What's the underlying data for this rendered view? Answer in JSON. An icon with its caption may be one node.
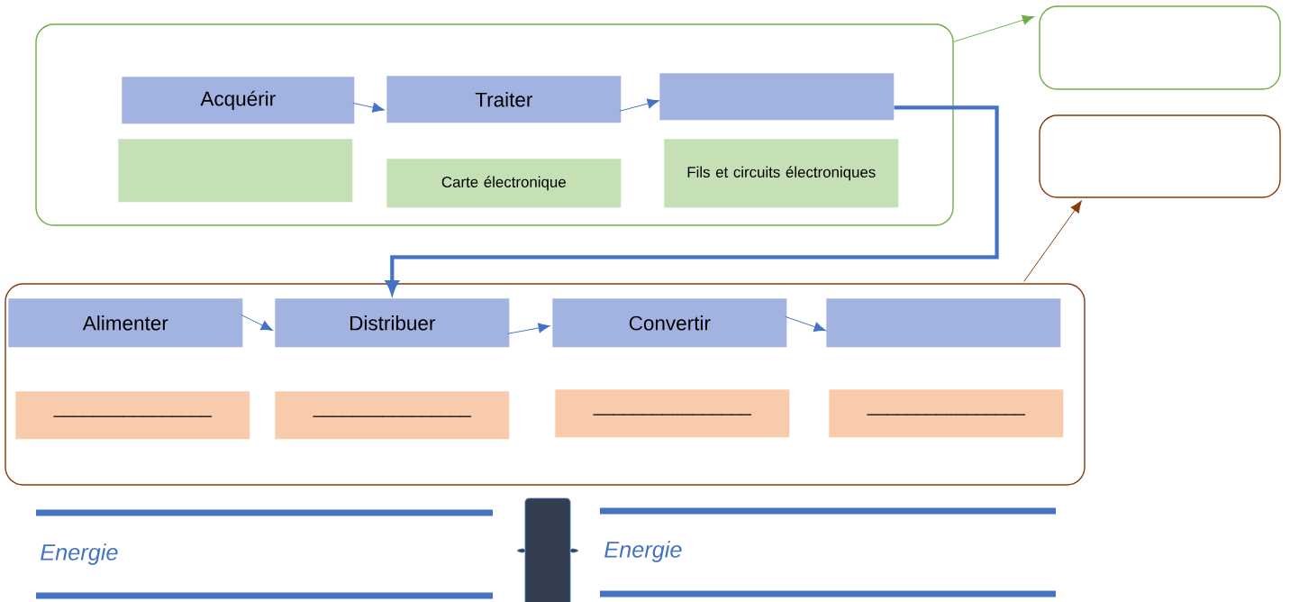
{
  "diagram": {
    "nodes": [
      {
        "text": [],
        "shape": "box"
      },
      {
        "text": [
          "Acquérir"
        ],
        "in": 0
      },
      {
        "text": [
          "Traiter"
        ],
        "in": 0
      },
      {
        "text": [],
        "shape": "box",
        "in": 0
      },
      {
        "text": [],
        "shape": "box",
        "in": 0
      },
      {
        "text": [
          "Carte électronique"
        ],
        "in": 0
      },
      {
        "text": [
          "Fils et circuits électroniques"
        ],
        "in": 0
      },
      {
        "text": [],
        "shape": "box"
      },
      {
        "text": [
          "Alimenter"
        ],
        "in": 7
      },
      {
        "text": [
          "Distribuer"
        ],
        "in": 7
      },
      {
        "text": [
          "Convertir"
        ],
        "in": 7
      },
      {
        "text": [],
        "shape": "box",
        "in": 7
      },
      {
        "text": [
          "________________"
        ],
        "in": 7
      },
      {
        "text": [
          "________________"
        ],
        "in": 7
      },
      {
        "text": [
          "________________"
        ],
        "in": 7
      },
      {
        "text": [
          "________________"
        ],
        "in": 7
      },
      {
        "text": [],
        "shape": "box"
      },
      {
        "text": [],
        "shape": "box"
      }
    ],
    "edges": [
      {
        "from": 1,
        "to": 2,
        "arrow": "to"
      },
      {
        "from": 2,
        "to": 3,
        "arrow": "to"
      },
      {
        "from": 3,
        "to": 9,
        "arrow": "to",
        "style": "thick"
      },
      {
        "from": 8,
        "to": 9,
        "arrow": "to"
      },
      {
        "from": 9,
        "to": 10,
        "arrow": "to"
      },
      {
        "from": 10,
        "to": 11,
        "arrow": "to"
      },
      {
        "from": 0,
        "to": 16,
        "arrow": "to",
        "color": "#70ad47"
      },
      {
        "from": 7,
        "to": 17,
        "arrow": "to",
        "color": "#843c0c"
      }
    ],
    "labels": [
      "Energie",
      "Energie"
    ]
  }
}
